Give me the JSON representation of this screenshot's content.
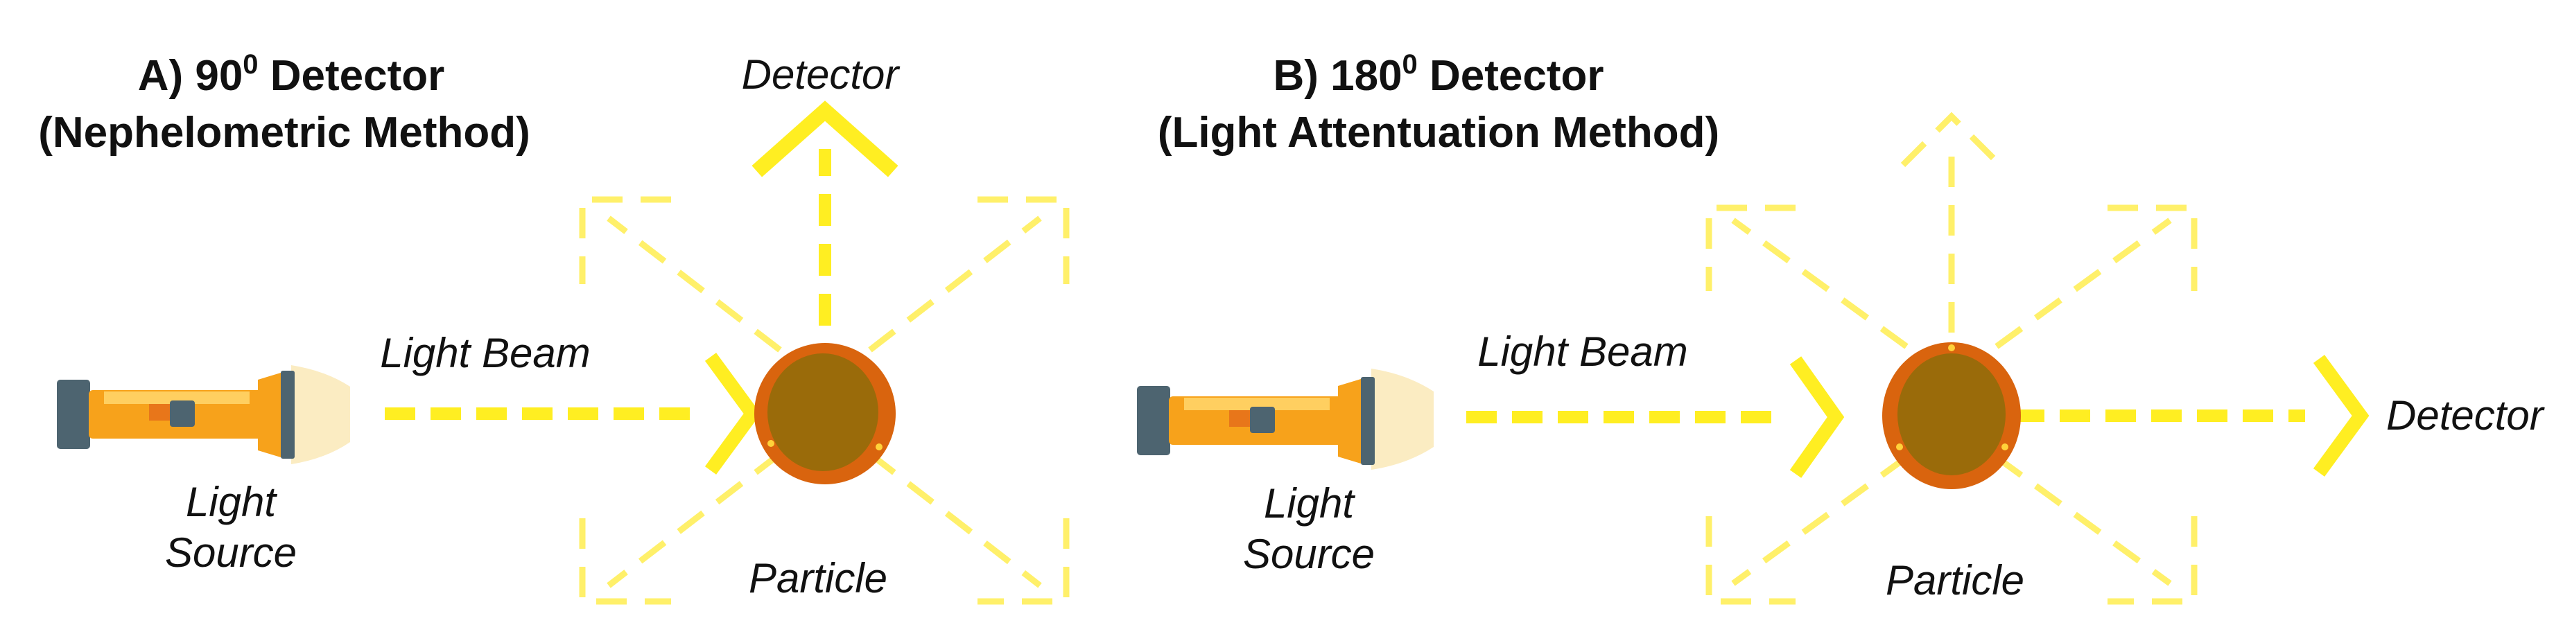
{
  "colors": {
    "beam": "#ffee22",
    "beam_dashed": "#fff06a",
    "flashlight_body": "#f7a21b",
    "flashlight_highlight": "#ffcf60",
    "flashlight_cap": "#4d6470",
    "light_glow": "#fbecc2",
    "particle_outer": "#d9640e",
    "particle_inner": "#9a6b0a",
    "particle_dot": "#ffd23a",
    "text": "#111111"
  },
  "panel_a": {
    "title_part1": "A) 90",
    "title_sup": "0",
    "title_part2": " Detector",
    "subtitle": "(Nephelometric Method)",
    "light_beam_label": "Light Beam",
    "light_source_line1": "Light",
    "light_source_line2": "Source",
    "particle_label": "Particle",
    "detector_label": "Detector"
  },
  "panel_b": {
    "title_part1": "B) 180",
    "title_sup": "0",
    "title_part2": " Detector",
    "subtitle": "(Light Attentuation Method)",
    "light_beam_label": "Light Beam",
    "light_source_line1": "Light",
    "light_source_line2": "Source",
    "particle_label": "Particle",
    "detector_label": "Detector"
  },
  "icons": {
    "light_source": "flashlight-icon",
    "particle": "particle-icon",
    "detector": "chevron-arrow-icon"
  }
}
